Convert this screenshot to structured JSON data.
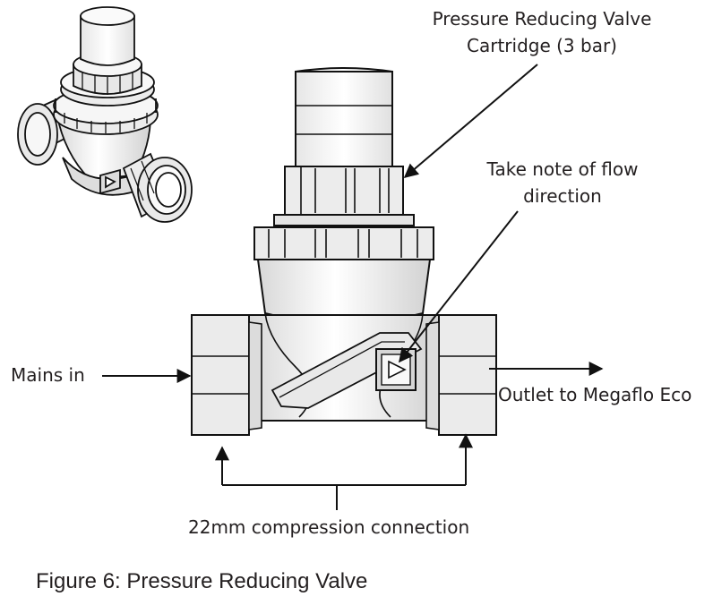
{
  "labels": {
    "cartridge_line1": "Pressure Reducing Valve",
    "cartridge_line2": "Cartridge (3 bar)",
    "flow_line1": "Take note of flow",
    "flow_line2": "direction",
    "mains_in": "Mains in",
    "outlet": "Outlet to Megaflo Eco",
    "compression": "22mm compression connection"
  },
  "caption": "Figure 6: Pressure Reducing Valve",
  "colors": {
    "line": "#1a1a1a",
    "fill_light": "#f4f4f4",
    "fill_mid": "#e6e6e6",
    "fill_dark": "#cfcfcf",
    "text": "#231f20"
  }
}
